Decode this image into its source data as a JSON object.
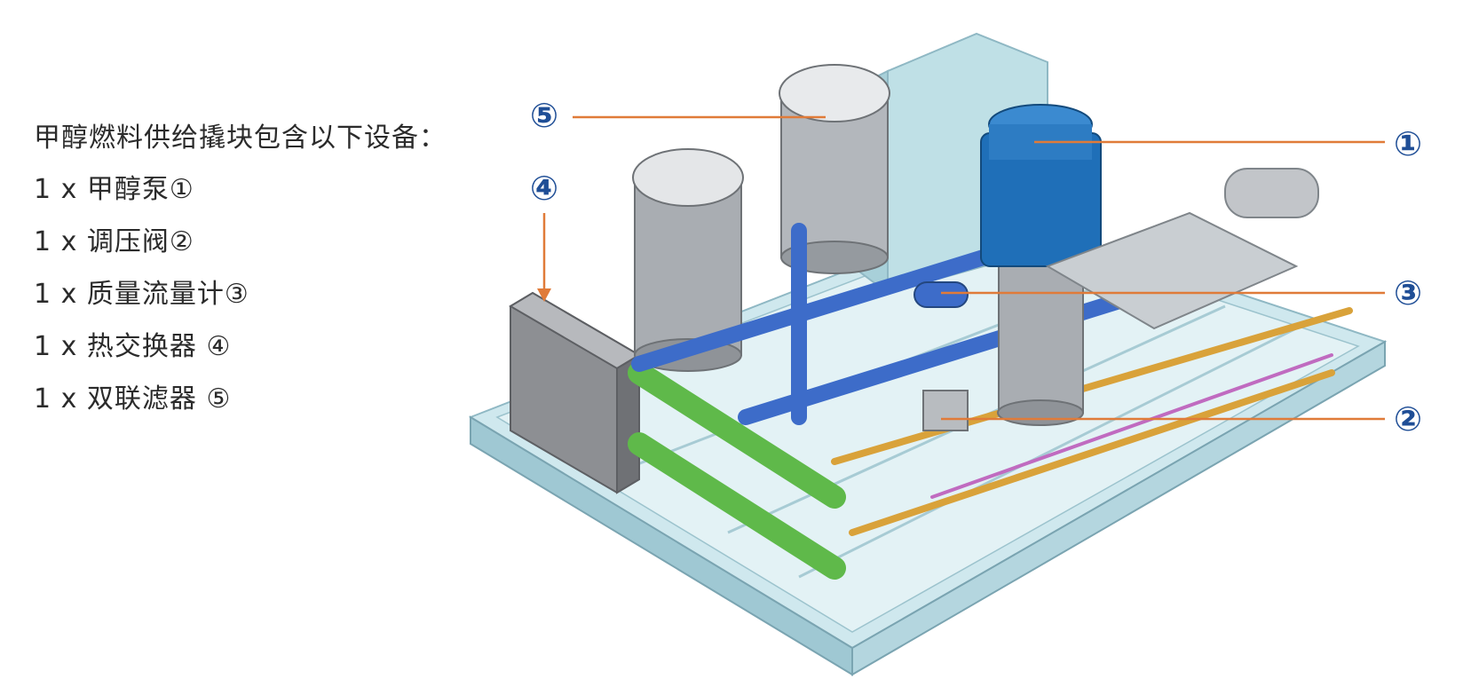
{
  "list": {
    "title": "甲醇燃料供给撬块包含以下设备：",
    "items": [
      "1 x 甲醇泵①",
      "1 x 调压阀②",
      "1 x 质量流量计③",
      "1 x 热交换器 ④",
      "1 x 双联滤器 ⑤"
    ]
  },
  "callouts": {
    "c1": "①",
    "c2": "②",
    "c3": "③",
    "c4": "④",
    "c5": "⑤"
  },
  "colors": {
    "callout_text": "#1f4e96",
    "leader_line": "#e07b39",
    "skid_frame": "#b9dbe3",
    "pipe_blue": "#3d6cc9",
    "pipe_green": "#5fb94a",
    "pipe_orange": "#d9a23a",
    "pump_motor": "#1f6fb8",
    "steel": "#a9adb2"
  }
}
